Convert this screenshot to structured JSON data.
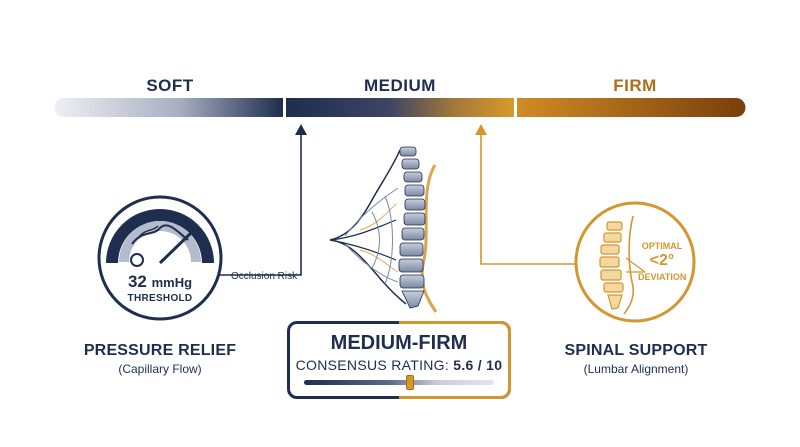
{
  "scale": {
    "zones": [
      {
        "label": "SOFT",
        "color": "#1f2d4e"
      },
      {
        "label": "MEDIUM",
        "color": "#1f2d4e"
      },
      {
        "label": "FIRM",
        "color": "#b06d15"
      }
    ]
  },
  "pressure": {
    "value": "32",
    "unit": "mmHg",
    "caption": "THRESHOLD",
    "title": "PRESSURE RELIEF",
    "subtitle": "(Capillary Flow)",
    "callout": "Occlusion Risk",
    "icon": "pressure-gauge-icon"
  },
  "spine": {
    "optimal": "OPTIMAL",
    "value": "<2°",
    "deviation": "DEVIATION",
    "title": "SPINAL SUPPORT",
    "subtitle": "(Lumbar Alignment)",
    "icon": "spine-alignment-icon"
  },
  "rating": {
    "title": "MEDIUM-FIRM",
    "label": "CONSENSUS RATING: ",
    "score": "5.6 / 10",
    "fraction": 0.56
  },
  "colors": {
    "navy": "#1f2d4e",
    "gold": "#d4962e",
    "brown": "#8a4a0f"
  }
}
